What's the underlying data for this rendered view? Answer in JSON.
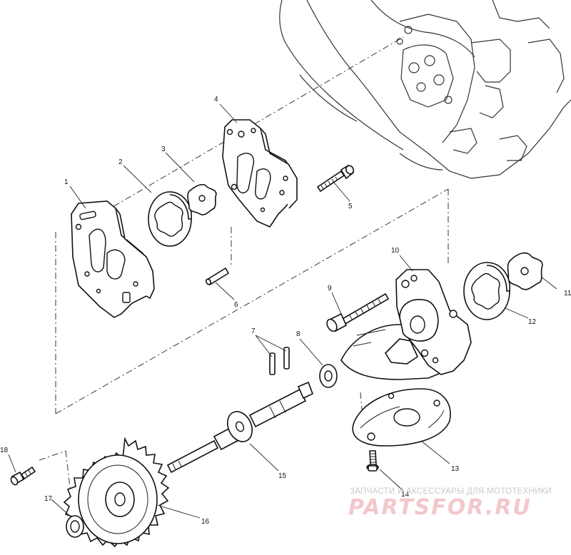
{
  "labels": {
    "p1": "1",
    "p2": "2",
    "p3": "3",
    "p4": "4",
    "p5": "5",
    "p6": "6",
    "p7": "7",
    "p8": "8",
    "p9": "9",
    "p10": "10",
    "p11": "11",
    "p12": "12",
    "p13": "13",
    "p14": "14",
    "p15": "15",
    "p16": "16",
    "p17": "17",
    "p18": "18"
  },
  "watermark": {
    "caption": "ЗАПЧАСТИ И АКСЕССУАРЫ ДЛЯ МОТОТЕХНИКИ",
    "brand": "PARTSFOR.RU"
  }
}
